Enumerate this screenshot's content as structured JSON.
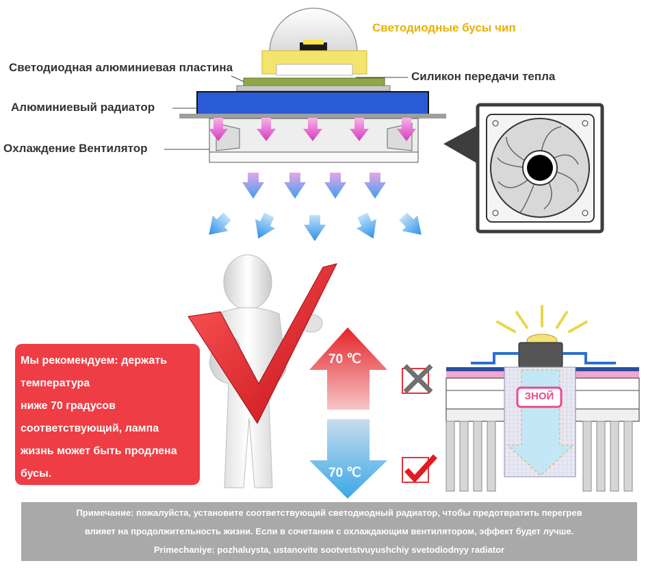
{
  "labels": {
    "led_chip": "Светодиодные бусы чип",
    "aluminum_plate": "Светодиодная алюминиевая пластина",
    "thermal_silicone": "Силикон передачи тепла",
    "aluminum_radiator": "Алюминиевый радиатор",
    "cooling_fan": "Охлаждение Вентилятор"
  },
  "temperature": {
    "hot": "70 ℃",
    "cool": "70 ℃"
  },
  "heat_badge": "ЗНОЙ",
  "recommendation": [
    "Мы рекомендуем: держать",
    "температура",
    "ниже 70 градусов",
    "соответствующий, лампа",
    "жизнь может быть продлена",
    "бусы."
  ],
  "note": [
    "Примечание: пожалуйста, установите соответствующий светодиодный радиатор, чтобы предотвратить перегрев",
    "влияет на продолжительность жизни. Если в сочетании с охлаждающим вентилятором, эффект будет лучше.",
    "Primechaniye: pozhaluysta, ustanovite sootvetstvuyushchiy svetodiodnyy radiator"
  ],
  "colors": {
    "chip_label": "#e8b100",
    "radiator_blue": "#2a5bd7",
    "magenta_arrow": "#e040c8",
    "flow_arrow": "#3fa0ee",
    "recommend_red": "#ee3d45",
    "note_gray": "#a9a9a9"
  }
}
